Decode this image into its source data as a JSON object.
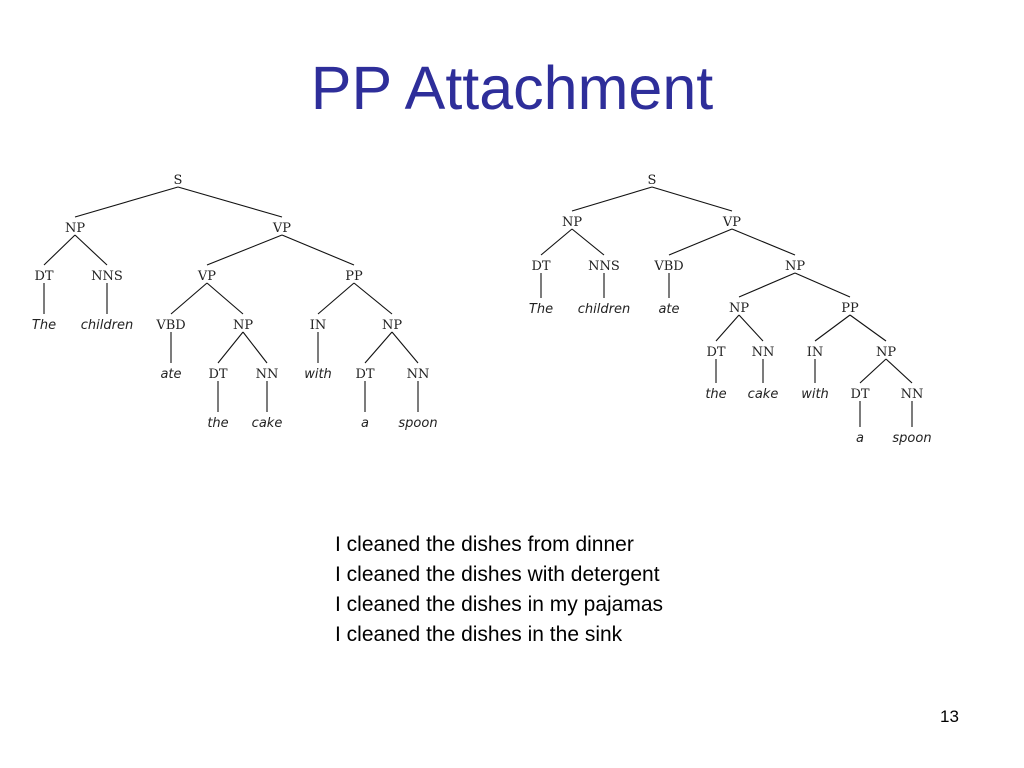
{
  "slide": {
    "title": "PP Attachment",
    "page_number": "13",
    "sentences": [
      "I cleaned the dishes from dinner",
      "I cleaned the dishes with detergent",
      "I cleaned the dishes in my pajamas",
      "I cleaned the dishes in the sink"
    ]
  },
  "trees": [
    {
      "name": "vp-attachment",
      "nodes": [
        {
          "id": "S",
          "label": "S",
          "parent": null
        },
        {
          "id": "NP1",
          "label": "NP",
          "parent": "S"
        },
        {
          "id": "VP1",
          "label": "VP",
          "parent": "S"
        },
        {
          "id": "DT1",
          "label": "DT",
          "parent": "NP1"
        },
        {
          "id": "NNS1",
          "label": "NNS",
          "parent": "NP1"
        },
        {
          "id": "w_the1",
          "label": "The",
          "parent": "DT1",
          "word": true
        },
        {
          "id": "w_children1",
          "label": "children",
          "parent": "NNS1",
          "word": true
        },
        {
          "id": "VP2",
          "label": "VP",
          "parent": "VP1"
        },
        {
          "id": "PP1",
          "label": "PP",
          "parent": "VP1"
        },
        {
          "id": "VBD1",
          "label": "VBD",
          "parent": "VP2"
        },
        {
          "id": "NP2",
          "label": "NP",
          "parent": "VP2"
        },
        {
          "id": "w_ate1",
          "label": "ate",
          "parent": "VBD1",
          "word": true
        },
        {
          "id": "DT2",
          "label": "DT",
          "parent": "NP2"
        },
        {
          "id": "NN1",
          "label": "NN",
          "parent": "NP2"
        },
        {
          "id": "w_the2",
          "label": "the",
          "parent": "DT2",
          "word": true
        },
        {
          "id": "w_cake1",
          "label": "cake",
          "parent": "NN1",
          "word": true
        },
        {
          "id": "IN1",
          "label": "IN",
          "parent": "PP1"
        },
        {
          "id": "NP3",
          "label": "NP",
          "parent": "PP1"
        },
        {
          "id": "w_with1",
          "label": "with",
          "parent": "IN1",
          "word": true
        },
        {
          "id": "DT3",
          "label": "DT",
          "parent": "NP3"
        },
        {
          "id": "NN2",
          "label": "NN",
          "parent": "NP3"
        },
        {
          "id": "w_a1",
          "label": "a",
          "parent": "DT3",
          "word": true
        },
        {
          "id": "w_spoon1",
          "label": "spoon",
          "parent": "NN2",
          "word": true
        }
      ]
    },
    {
      "name": "np-attachment",
      "nodes": [
        {
          "id": "S",
          "label": "S",
          "parent": null
        },
        {
          "id": "NP1",
          "label": "NP",
          "parent": "S"
        },
        {
          "id": "VP1",
          "label": "VP",
          "parent": "S"
        },
        {
          "id": "DT1",
          "label": "DT",
          "parent": "NP1"
        },
        {
          "id": "NNS1",
          "label": "NNS",
          "parent": "NP1"
        },
        {
          "id": "w_the1",
          "label": "The",
          "parent": "DT1",
          "word": true
        },
        {
          "id": "w_children1",
          "label": "children",
          "parent": "NNS1",
          "word": true
        },
        {
          "id": "VBD1",
          "label": "VBD",
          "parent": "VP1"
        },
        {
          "id": "NP2",
          "label": "NP",
          "parent": "VP1"
        },
        {
          "id": "w_ate1",
          "label": "ate",
          "parent": "VBD1",
          "word": true
        },
        {
          "id": "NP3",
          "label": "NP",
          "parent": "NP2"
        },
        {
          "id": "PP1",
          "label": "PP",
          "parent": "NP2"
        },
        {
          "id": "DT2",
          "label": "DT",
          "parent": "NP3"
        },
        {
          "id": "NN1",
          "label": "NN",
          "parent": "NP3"
        },
        {
          "id": "w_the2",
          "label": "the",
          "parent": "DT2",
          "word": true
        },
        {
          "id": "w_cake1",
          "label": "cake",
          "parent": "NN1",
          "word": true
        },
        {
          "id": "IN1",
          "label": "IN",
          "parent": "PP1"
        },
        {
          "id": "NP4",
          "label": "NP",
          "parent": "PP1"
        },
        {
          "id": "w_with1",
          "label": "with",
          "parent": "IN1",
          "word": true
        },
        {
          "id": "DT3",
          "label": "DT",
          "parent": "NP4"
        },
        {
          "id": "NN2",
          "label": "NN",
          "parent": "NP4"
        },
        {
          "id": "w_a1",
          "label": "a",
          "parent": "DT3",
          "word": true
        },
        {
          "id": "w_spoon1",
          "label": "spoon",
          "parent": "NN2",
          "word": true
        }
      ]
    }
  ]
}
